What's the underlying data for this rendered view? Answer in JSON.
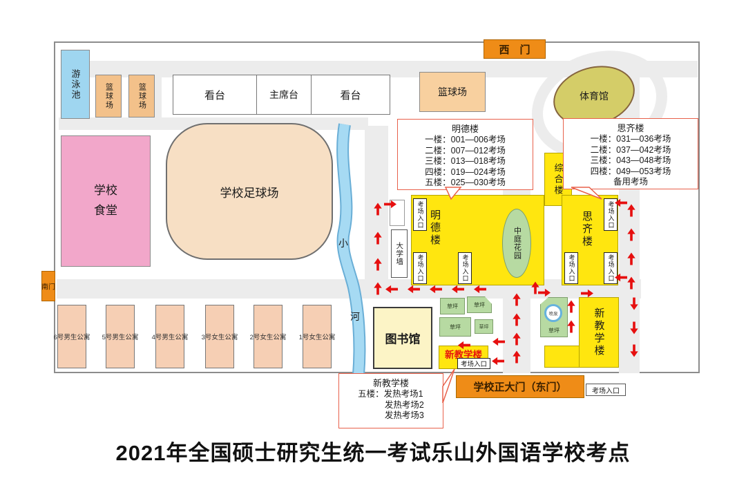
{
  "title": "2021年全国硕士研究生统一考试乐山外国语学校考点",
  "map": {
    "west_gate": "西　门",
    "south_gate": "南门",
    "main_gate": "学校正大门（东门）",
    "swimming_pool": "游泳池",
    "basketball_court": "篮球场",
    "stand": "看台",
    "podium": "主席台",
    "gymnasium": "体育馆",
    "canteen": "学校食堂",
    "football_field": "学校足球场",
    "river_char_1": "小",
    "river_char_2": "河",
    "library": "图书馆",
    "university_wall": "大学墙",
    "atrium_garden": "中庭花园",
    "lawn": "草坪",
    "fountain": "喷泉",
    "comprehensive_building": "综合楼",
    "mingde_building": "明德楼",
    "siqi_building": "思齐楼",
    "new_teaching_building": "新教学楼",
    "exam_entrance": "考场入口",
    "dorms": [
      "6号男生公寓",
      "5号男生公寓",
      "4号男生公寓",
      "3号女生公寓",
      "2号女生公寓",
      "1号女生公寓"
    ]
  },
  "callouts": {
    "mingde": {
      "title": "明德楼",
      "lines": [
        "一楼：001—006考场",
        "二楼：007—012考场",
        "三楼：013—018考场",
        "四楼：019—024考场",
        "五楼：025—030考场"
      ]
    },
    "siqi": {
      "title": "思齐楼",
      "lines": [
        "一楼：031—036考场",
        "二楼：037—042考场",
        "三楼：043—048考场",
        "四楼：049—053考场",
        "备用考场"
      ]
    },
    "new_building": {
      "title": "新教学楼",
      "lines": [
        "五楼：发热考场1",
        "发热考场2",
        "发热考场3"
      ]
    }
  },
  "colors": {
    "building_yellow": "#ffe60f",
    "gate_orange": "#ef8c17",
    "road_gray": "#ececec",
    "water_blue": "#9fd6f0",
    "lawn_green": "#b7daa2",
    "canteen_pink": "#f2a7ca",
    "court_orange": "#f3c18a",
    "field_beige": "#f7dfc4",
    "gym_olive": "#d4cd68",
    "dorm_peach": "#f6cfb4",
    "library_cream": "#fcf4c6",
    "arrow_red": "#e60f0f",
    "callout_border": "#e8604a"
  }
}
